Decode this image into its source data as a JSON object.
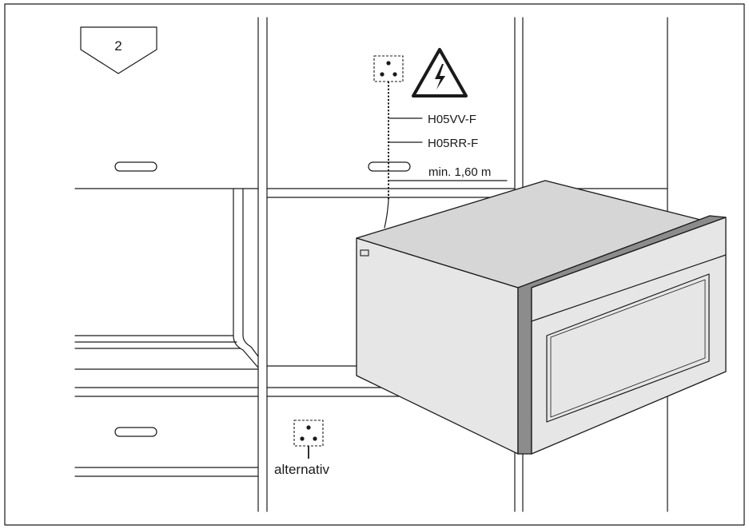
{
  "step_number": "2",
  "cable_types": [
    "H05VV-F",
    "H05RR-F"
  ],
  "min_length": "min. 1,60 m",
  "alternative_socket_label": "alternativ",
  "icons": {
    "warning": "high-voltage-warning-icon",
    "socket": "power-socket-icon"
  },
  "colors": {
    "line": "#1a1a1a",
    "appliance_body": "#e6e6e6",
    "appliance_top": "#d6d6d6",
    "door_edge": "#8c8c8c"
  }
}
